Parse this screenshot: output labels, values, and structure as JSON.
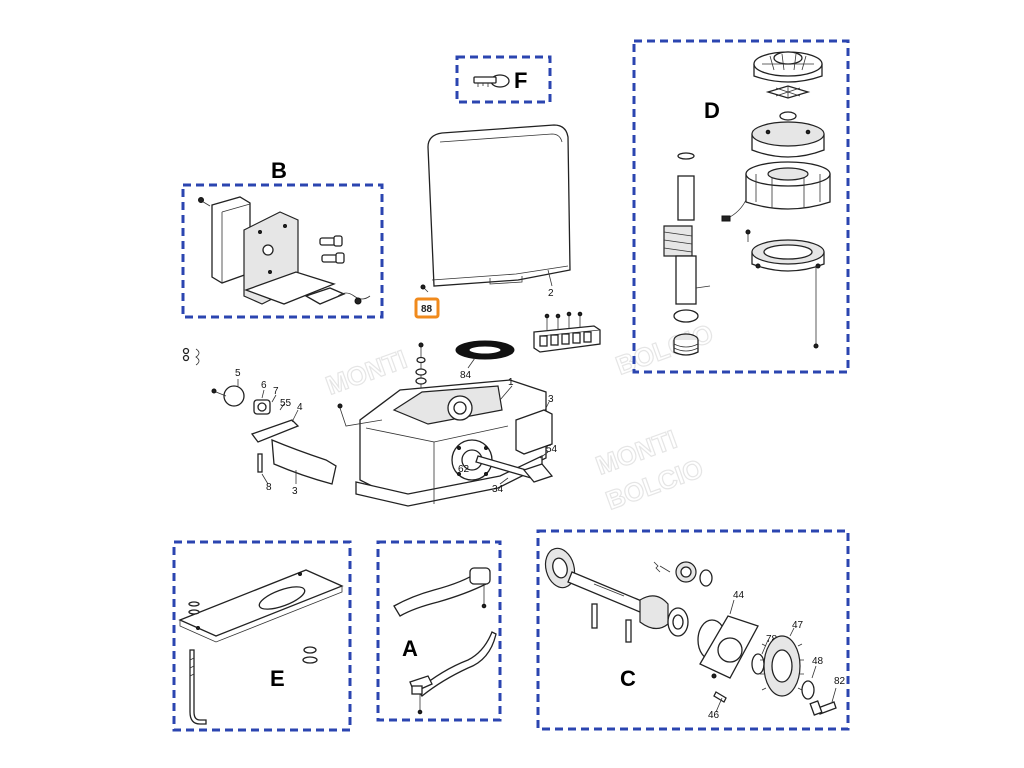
{
  "colors": {
    "group_border": "#2b45b0",
    "highlight_border": "#f08a1c",
    "highlight_fill": "#ffffff",
    "line": "#222222"
  },
  "groups": {
    "A": "A",
    "B": "B",
    "C": "C",
    "D": "D",
    "E": "E",
    "F": "F"
  },
  "highlighted_part": "88",
  "callouts": {
    "c1": "1",
    "c2": "2",
    "c3a": "3",
    "c3b": "3",
    "c4": "4",
    "c5": "5",
    "c6": "6",
    "c7": "7",
    "c8": "8",
    "c34": "34",
    "c44": "44",
    "c46": "46",
    "c47": "47",
    "c48": "48",
    "c54": "54",
    "c55": "55",
    "c62": "62",
    "c78": "78",
    "c82": "82",
    "c84": "84"
  },
  "watermark": [
    "MONTI",
    "BOLCIO"
  ]
}
